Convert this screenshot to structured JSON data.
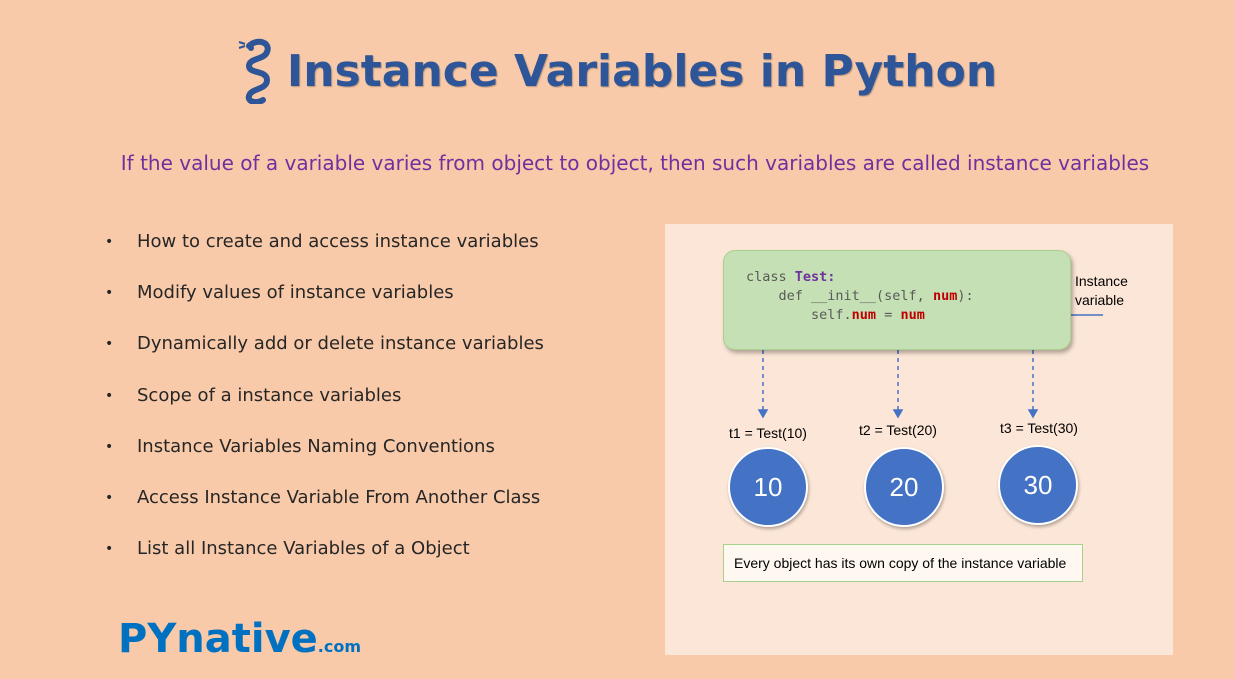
{
  "header": {
    "title": "Instance Variables in Python",
    "subtitle": "If the value of a variable varies from object to object, then such variables are called instance variables"
  },
  "topics": [
    "How to create and access instance variables",
    "Modify values of instance variables",
    "Dynamically add or delete instance variables",
    "Scope of a instance variables",
    "Instance Variables Naming Conventions",
    "Access Instance Variable From Another Class",
    "List all Instance Variables of a Object"
  ],
  "diagram": {
    "code": {
      "l1a": "class ",
      "l1b": "Test",
      "l1c": ":",
      "l2a": "    def __init__(self, ",
      "l2b": "num",
      "l2c": "):",
      "l3a": "        self.",
      "l3b": "num",
      "l3c": " = ",
      "l3d": "num"
    },
    "annotation": [
      "Instance",
      "variable"
    ],
    "objects": [
      {
        "label": "t1 = Test(10)",
        "value": "10"
      },
      {
        "label": "t2 = Test(20)",
        "value": "20"
      },
      {
        "label": "t3 = Test(30)",
        "value": "30"
      }
    ],
    "note": "Every object has its own copy of the instance variable"
  },
  "brand": {
    "name": "PYnative",
    "domain": ".com"
  },
  "colors": {
    "background": "#f8caa9",
    "title": "#2e5597",
    "subtitle": "#7030a0",
    "code_box": "#c5e0b4",
    "circle": "#4472c4",
    "brand": "#0070c0"
  },
  "icons": {
    "logo": "python-snake-icon"
  }
}
